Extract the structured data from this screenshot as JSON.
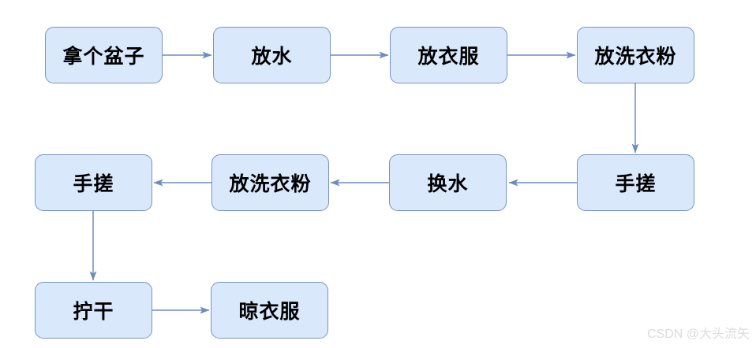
{
  "diagram": {
    "type": "flowchart",
    "topic": "hand-washing laundry steps",
    "node_fill": "#dae8fc",
    "node_border": "#7593c8",
    "arrow_color": "#6e8cc0",
    "text_color": "#000000",
    "nodes": [
      {
        "id": "n1",
        "label": "拿个盆子",
        "row": 1
      },
      {
        "id": "n2",
        "label": "放水",
        "row": 1
      },
      {
        "id": "n3",
        "label": "放衣服",
        "row": 1
      },
      {
        "id": "n4",
        "label": "放洗衣粉",
        "row": 1
      },
      {
        "id": "n5",
        "label": "手搓",
        "row": 2
      },
      {
        "id": "n6",
        "label": "放洗衣粉",
        "row": 2
      },
      {
        "id": "n7",
        "label": "换水",
        "row": 2
      },
      {
        "id": "n8",
        "label": "手搓",
        "row": 2
      },
      {
        "id": "n9",
        "label": "拧干",
        "row": 3
      },
      {
        "id": "n10",
        "label": "晾衣服",
        "row": 3
      }
    ],
    "edges": [
      {
        "from": "n1",
        "to": "n2"
      },
      {
        "from": "n2",
        "to": "n3"
      },
      {
        "from": "n3",
        "to": "n4"
      },
      {
        "from": "n4",
        "to": "n8"
      },
      {
        "from": "n8",
        "to": "n7"
      },
      {
        "from": "n7",
        "to": "n6"
      },
      {
        "from": "n6",
        "to": "n5"
      },
      {
        "from": "n5",
        "to": "n9"
      },
      {
        "from": "n9",
        "to": "n10"
      }
    ]
  },
  "watermark": {
    "text": "CSDN @大头流矢",
    "color": "#dcdcdc"
  }
}
